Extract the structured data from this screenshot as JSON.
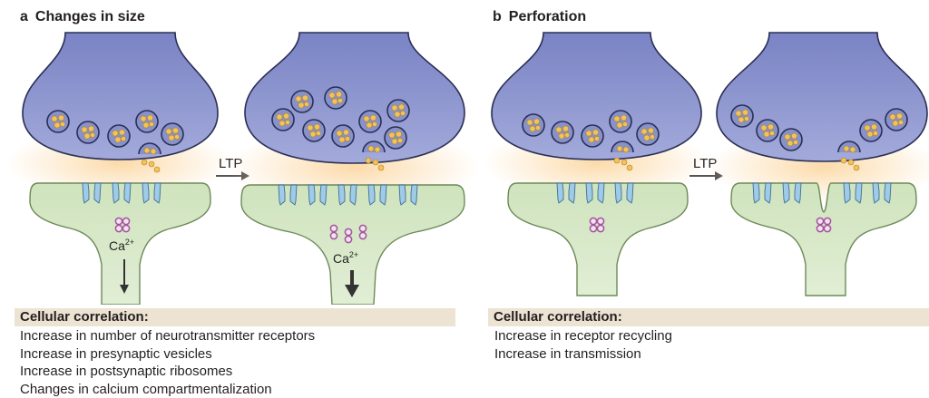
{
  "panel_a": {
    "letter": "a",
    "title": "Changes in size",
    "ltp_label": "LTP",
    "calcium_label": "Ca",
    "calcium_charge": "2+",
    "correlation_header": "Cellular correlation:",
    "correlations": [
      "Increase in number of neurotransmitter receptors",
      "Increase in presynaptic vesicles",
      "Increase in postsynaptic ribosomes",
      "Changes in calcium compartmentalization"
    ]
  },
  "panel_b": {
    "letter": "b",
    "title": "Perforation",
    "ltp_label": "LTP",
    "correlation_header": "Cellular correlation:",
    "correlations": [
      "Increase in receptor recycling",
      "Increase in transmission"
    ]
  },
  "colors": {
    "presynaptic_fill": "#8f97d0",
    "postsynaptic_fill": "#d7e8c8",
    "cleft_glow": "#fde7c6",
    "receptor_fill": "#9fcbe6",
    "vesicle_dot": "#f2c35a",
    "ribosome": "#a2559b",
    "correlation_band": "#ede3d3"
  }
}
